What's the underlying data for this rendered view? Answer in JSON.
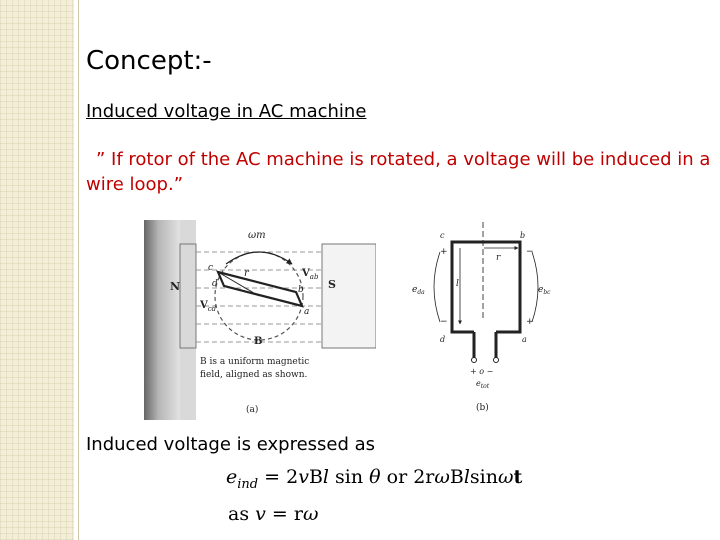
{
  "slide": {
    "title": "Concept:-",
    "subtitle": "Induced voltage in AC machine",
    "quote": "” If rotor of the AC machine is rotated, a voltage will be induced in a wire loop.”",
    "lead": "Induced voltage is expressed as"
  },
  "figure_a": {
    "omega": "ωm",
    "r": "r",
    "c": "c",
    "d": "d",
    "b": "b",
    "a": "a",
    "vab": "V",
    "vab_sub": "ab",
    "vcd": "V",
    "vcd_sub": "cd",
    "N": "N",
    "S": "S",
    "B": "B",
    "caption_line1": "B is a uniform magnetic",
    "caption_line2": "field, aligned as shown.",
    "label": "(a)"
  },
  "figure_b": {
    "c": "c",
    "b": "b",
    "r": "r",
    "l": "l",
    "d": "d",
    "a": "a",
    "e_da": "e",
    "e_da_sub": "da",
    "e_bc": "e",
    "e_bc_sub": "bc",
    "plus_top_left": "+",
    "minus_top_right": "−",
    "minus_bottom_left": "−",
    "plus_bottom_right": "+",
    "terminals": "+ o −",
    "e_tot": "e",
    "e_tot_sub": "tot",
    "label": "(b)"
  },
  "equation": {
    "e": "e",
    "e_sub": "ind",
    "part1": " = 2",
    "v": "v",
    "B": "B",
    "l": "l",
    "sin1": " sin ",
    "theta": "θ",
    "or": " or 2r",
    "omega1": "ω",
    "B2": "B",
    "l2": "l",
    "sin2": "sin",
    "omega2": "ω",
    "t": "t"
  },
  "relation": {
    "as": "as  ",
    "v": "v",
    "equals": " = r",
    "omega": "ω"
  }
}
